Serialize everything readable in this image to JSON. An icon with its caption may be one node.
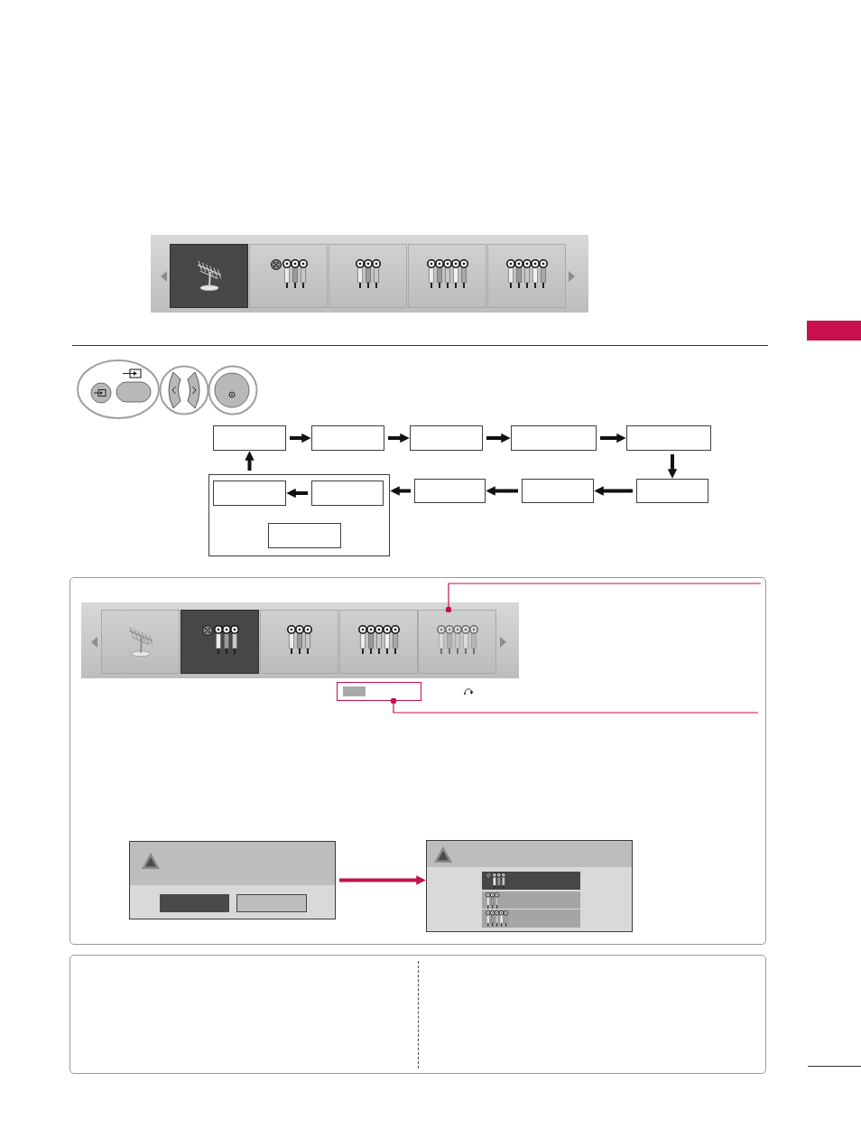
{
  "diagram": {
    "nodes": [
      {
        "text": [],
        "shape": "bar"
      },
      {
        "text": [],
        "shape": "picture",
        "in": 0
      },
      {
        "text": [],
        "shape": "picture",
        "in": 0
      },
      {
        "text": [],
        "shape": "picture",
        "in": 0
      },
      {
        "text": [],
        "shape": "picture",
        "in": 0
      },
      {
        "text": [],
        "shape": "picture",
        "in": 0
      },
      {
        "text": [],
        "shape": "box"
      },
      {
        "text": [],
        "shape": "box"
      },
      {
        "text": [],
        "shape": "box"
      },
      {
        "text": [],
        "shape": "box"
      },
      {
        "text": [],
        "shape": "box"
      },
      {
        "text": [],
        "shape": "box"
      },
      {
        "text": [],
        "shape": "box",
        "in": 11
      },
      {
        "text": [],
        "shape": "box",
        "in": 11
      },
      {
        "text": [],
        "shape": "box",
        "in": 11
      },
      {
        "text": [],
        "shape": "box"
      },
      {
        "text": [],
        "shape": "box"
      },
      {
        "text": [],
        "shape": "box"
      },
      {
        "text": [],
        "shape": "box"
      },
      {
        "text": [],
        "shape": "bar",
        "in": 18
      },
      {
        "text": [],
        "shape": "picture",
        "in": 19
      },
      {
        "text": [],
        "shape": "picture",
        "in": 19
      },
      {
        "text": [],
        "shape": "picture",
        "in": 19
      },
      {
        "text": [],
        "shape": "picture",
        "in": 19
      },
      {
        "text": [],
        "shape": "picture",
        "in": 19
      },
      {
        "text": [],
        "shape": "box",
        "in": 18
      },
      {
        "text": [],
        "shape": "picture",
        "in": 18
      },
      {
        "text": [],
        "shape": "picture",
        "in": 18
      }
    ],
    "edges": [
      {
        "from": 6,
        "to": 7,
        "arrow": "to"
      },
      {
        "from": 7,
        "to": 8,
        "arrow": "to"
      },
      {
        "from": 8,
        "to": 9,
        "arrow": "to"
      },
      {
        "from": 9,
        "to": 10,
        "arrow": "to"
      },
      {
        "from": 10,
        "to": 17,
        "arrow": "to"
      },
      {
        "from": 17,
        "to": 16,
        "arrow": "to"
      },
      {
        "from": 16,
        "to": 15,
        "arrow": "to"
      },
      {
        "from": 15,
        "to": 11,
        "arrow": "to"
      },
      {
        "from": 13,
        "to": 12,
        "arrow": "to"
      },
      {
        "from": 11,
        "to": 6,
        "arrow": "to"
      },
      {
        "from": null,
        "to": 24,
        "arrow": "other",
        "color": "#c5114f"
      },
      {
        "from": null,
        "to": 25,
        "arrow": "other",
        "color": "#c5114f"
      },
      {
        "from": 26,
        "to": 27,
        "arrow": "to",
        "color": "#c5114f"
      }
    ]
  }
}
